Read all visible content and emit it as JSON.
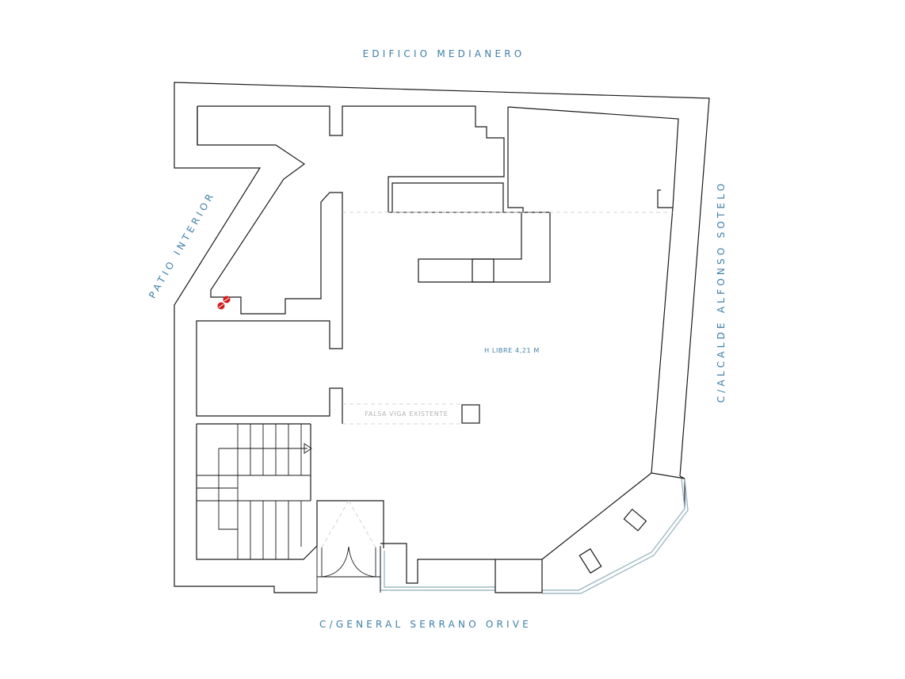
{
  "plan": {
    "labels": {
      "top_street": "EDIFICIO MEDIANERO",
      "left_side": "PATIO INTERIOR",
      "right_street": "C/ALCALDE ALFONSO SOTELO",
      "bottom_street": "C/GENERAL SERRANO ORIVE",
      "free_height": "H LIBRE 4,21 M",
      "beam_note": "FALSA VIGA EXISTENTE"
    },
    "colors": {
      "label_blue": "#3d7fa8",
      "beam_gray": "#b3b3b3",
      "wall": "#1a1a1a",
      "glass": "#9fbac4",
      "installation_red": "#d31c1c"
    },
    "icons": [
      "stair-arrow-icon",
      "door-swing-icon",
      "drain-points-icon"
    ]
  }
}
